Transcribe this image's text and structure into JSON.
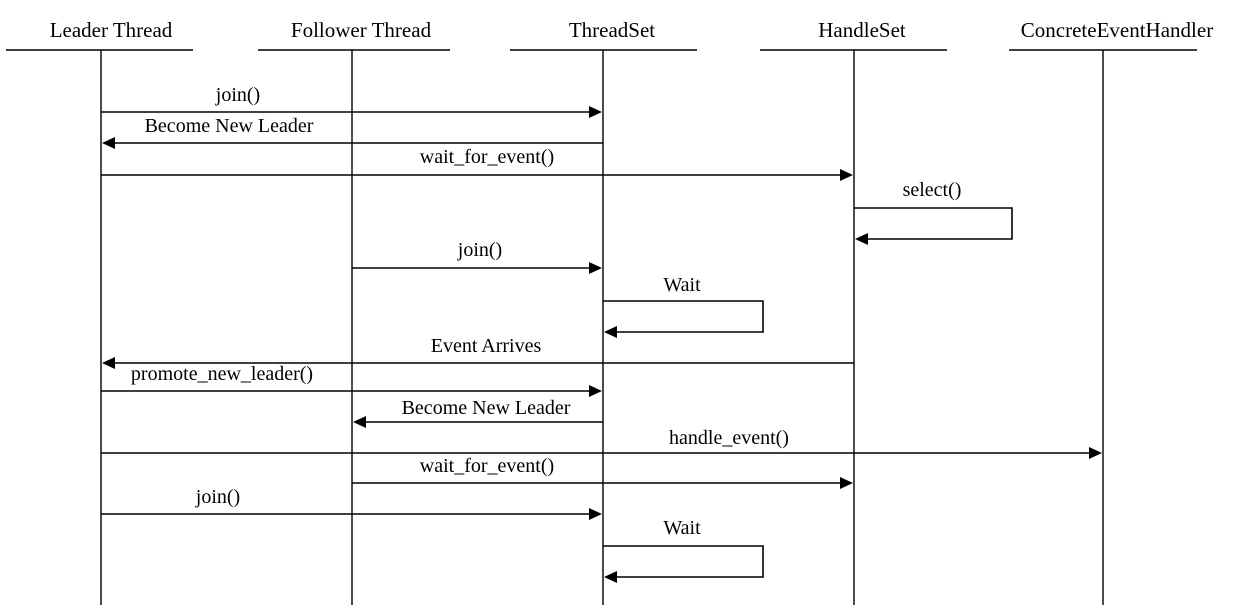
{
  "participants": [
    {
      "id": "leader",
      "label": "Leader Thread"
    },
    {
      "id": "follower",
      "label": "Follower Thread"
    },
    {
      "id": "threadset",
      "label": "ThreadSet"
    },
    {
      "id": "handleset",
      "label": "HandleSet"
    },
    {
      "id": "handler",
      "label": "ConcreteEventHandler"
    }
  ],
  "messages": [
    {
      "from": "leader",
      "to": "threadset",
      "label": "join()"
    },
    {
      "from": "threadset",
      "to": "leader",
      "label": "Become New Leader"
    },
    {
      "from": "leader",
      "to": "handleset",
      "label": "wait_for_event()"
    },
    {
      "from": "handleset",
      "to": "handleset",
      "label": "select()"
    },
    {
      "from": "follower",
      "to": "threadset",
      "label": "join()"
    },
    {
      "from": "threadset",
      "to": "threadset",
      "label": "Wait"
    },
    {
      "from": "handleset",
      "to": "leader",
      "label": "Event Arrives"
    },
    {
      "from": "leader",
      "to": "threadset",
      "label": "promote_new_leader()"
    },
    {
      "from": "threadset",
      "to": "follower",
      "label": "Become New Leader"
    },
    {
      "from": "leader",
      "to": "handler",
      "label": "handle_event()"
    },
    {
      "from": "follower",
      "to": "handleset",
      "label": "wait_for_event()"
    },
    {
      "from": "leader",
      "to": "threadset",
      "label": "join()"
    },
    {
      "from": "threadset",
      "to": "threadset",
      "label": "Wait"
    }
  ]
}
